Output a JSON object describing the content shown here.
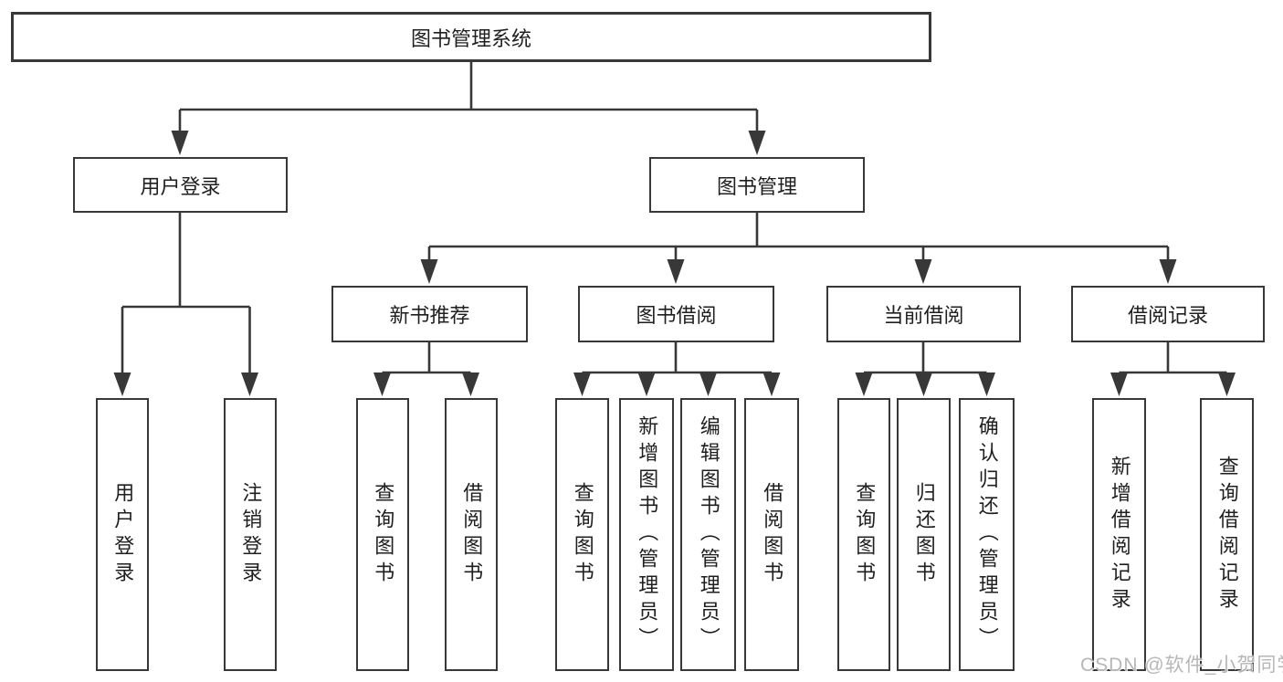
{
  "colors": {
    "line": "#383838",
    "box-border": "#383838",
    "text": "#1f1f1f",
    "watermark": "#b7b7b7",
    "bg": "#ffffff"
  },
  "watermark": {
    "text": "CSDN @软件_小贺同学"
  },
  "tree": {
    "label": "图书管理系统",
    "children": [
      {
        "label": "用户登录",
        "children": [
          {
            "label": "用户登录"
          },
          {
            "label": "注销登录"
          }
        ]
      },
      {
        "label": "图书管理",
        "children": [
          {
            "label": "新书推荐",
            "children": [
              {
                "label": "查询图书"
              },
              {
                "label": "借阅图书"
              }
            ]
          },
          {
            "label": "图书借阅",
            "children": [
              {
                "label": "查询图书"
              },
              {
                "label": "新增图书（管理员）"
              },
              {
                "label": "编辑图书（管理员）"
              },
              {
                "label": "借阅图书"
              }
            ]
          },
          {
            "label": "当前借阅",
            "children": [
              {
                "label": "查询图书"
              },
              {
                "label": "归还图书"
              },
              {
                "label": "确认归还（管理员）"
              }
            ]
          },
          {
            "label": "借阅记录",
            "children": [
              {
                "label": "新增借阅记录"
              },
              {
                "label": "查询借阅记录"
              }
            ]
          }
        ]
      }
    ]
  }
}
